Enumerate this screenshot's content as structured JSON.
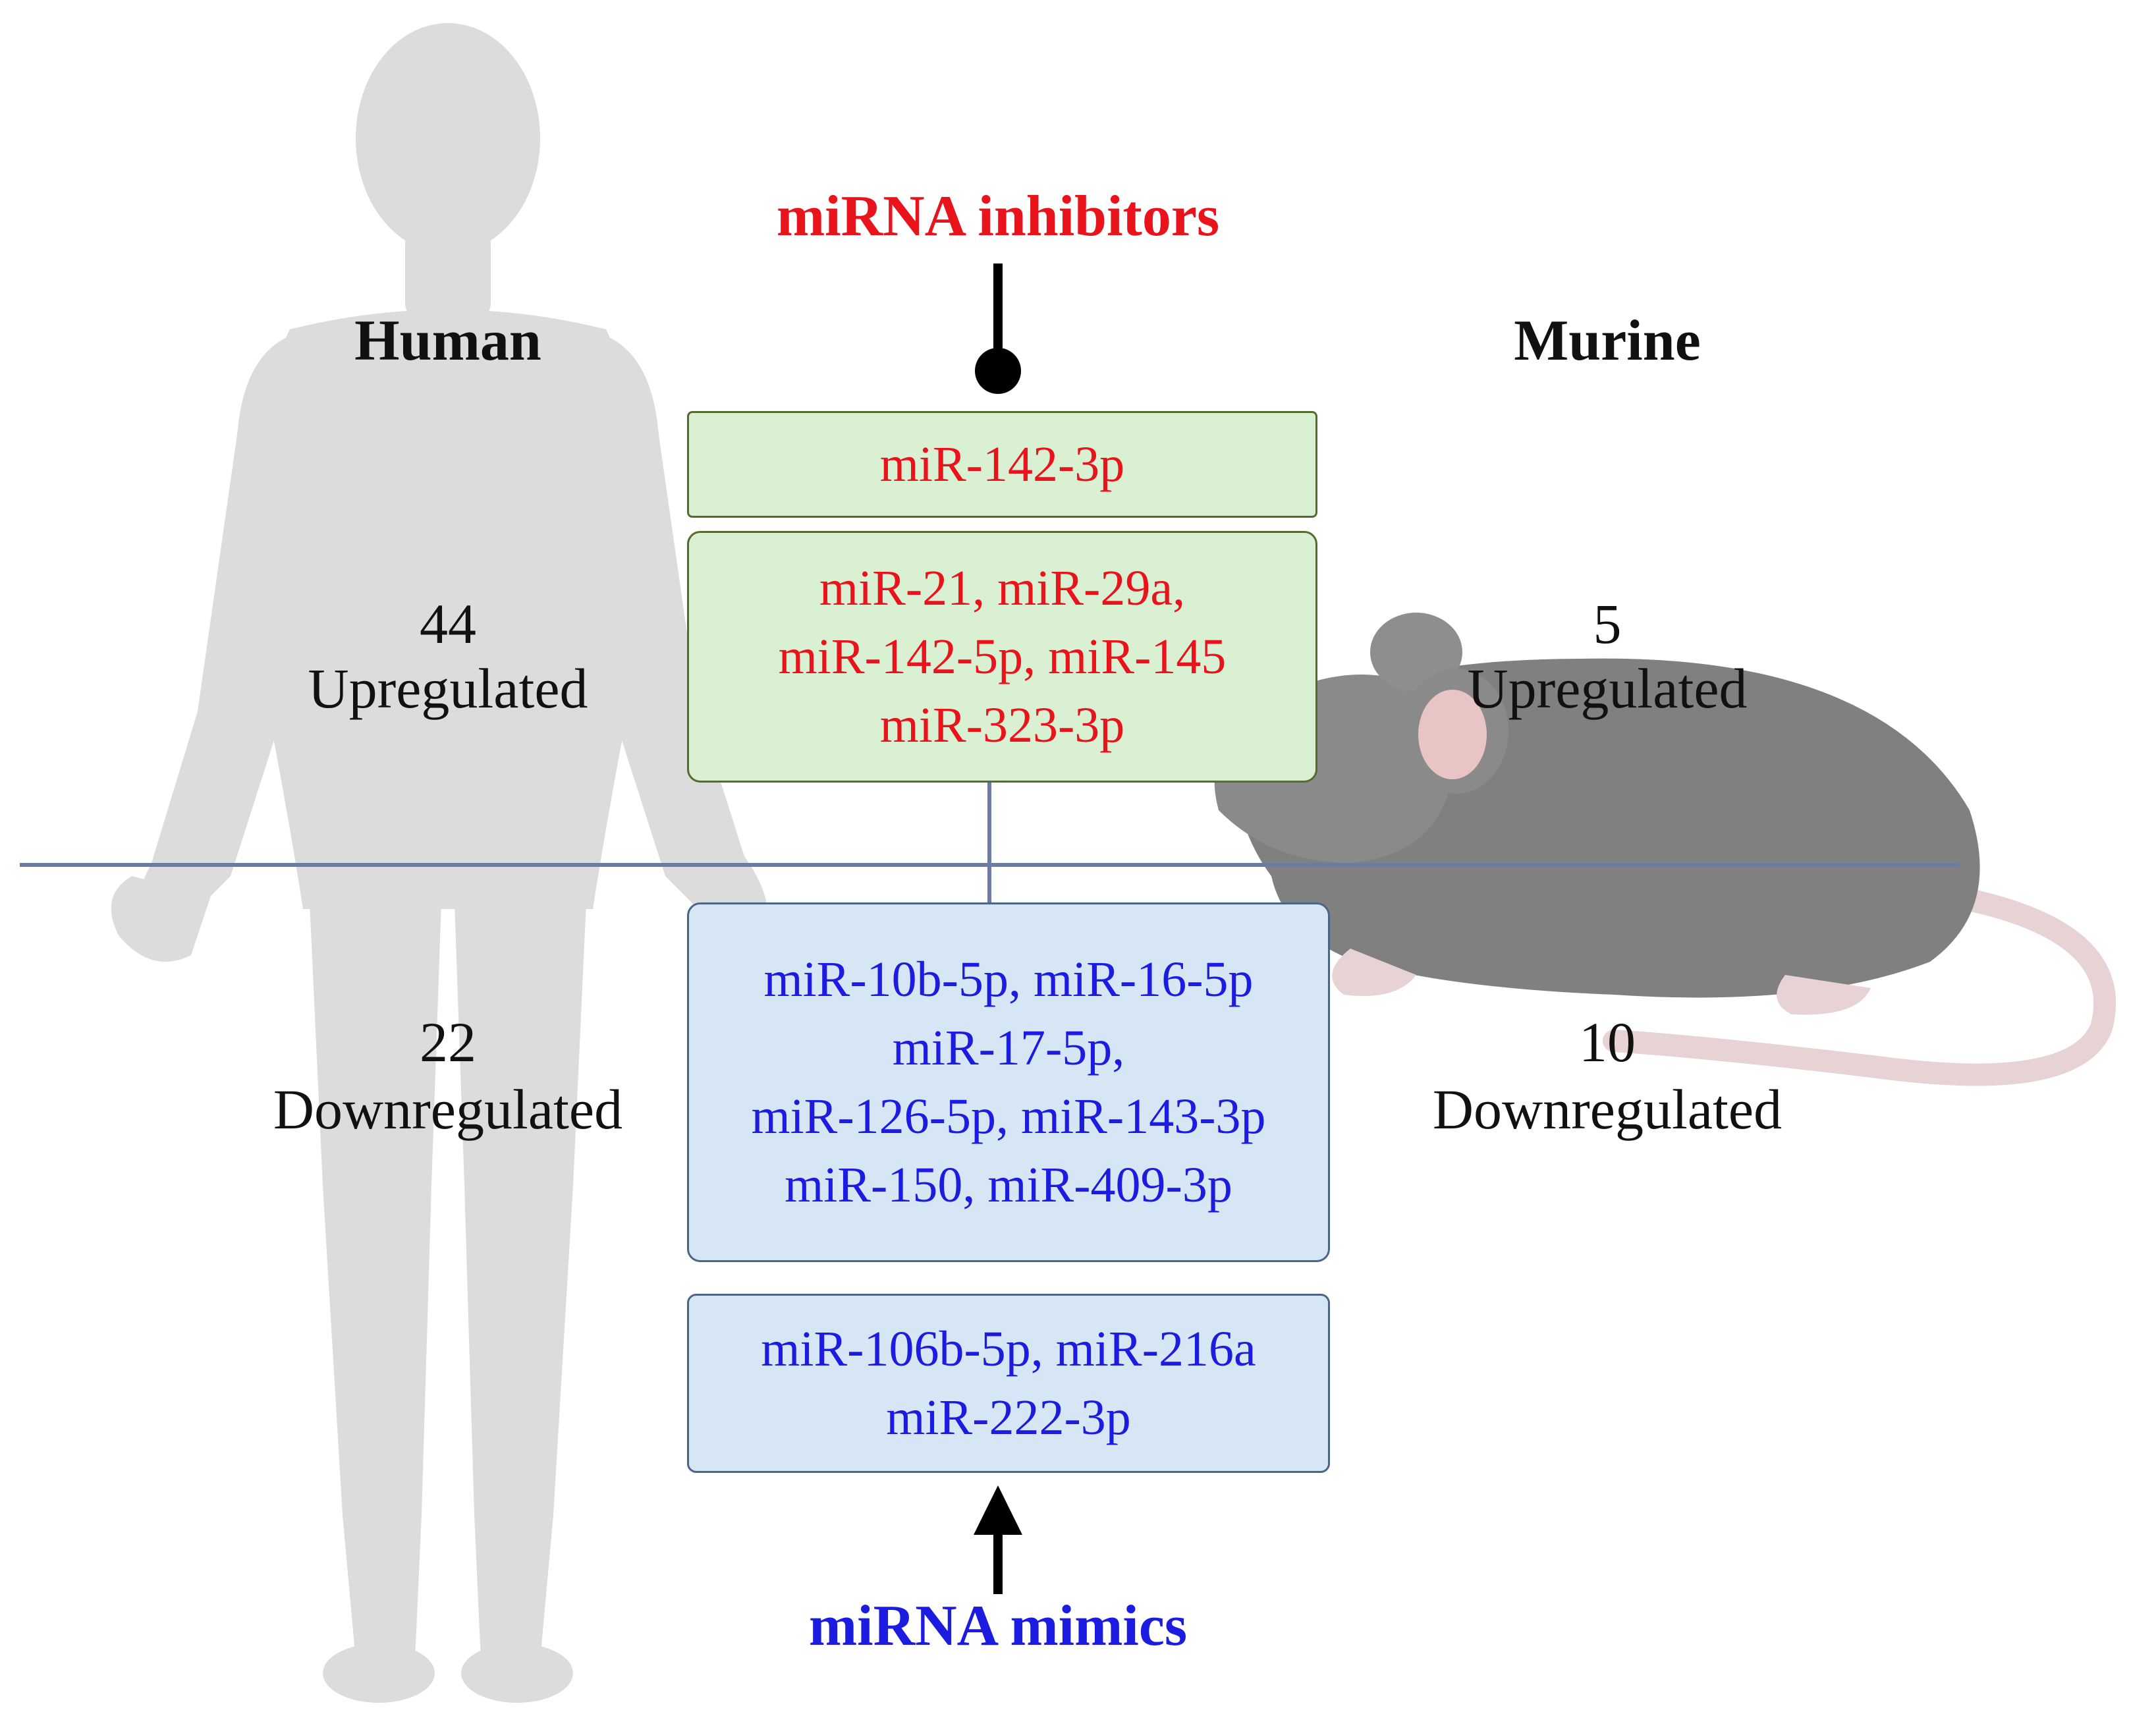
{
  "colors": {
    "inhibitor_text": "#e8131b",
    "mimic_text": "#1c1ce0",
    "green_box": "#d9f0d2",
    "blue_box": "#d6e6f5",
    "divider": "#6b7ba3",
    "silhouette": "#dcdcdc",
    "mouse_body": "#808080"
  },
  "icons": {
    "human": "human-silhouette-icon",
    "mouse": "mouse-illustration-icon"
  },
  "diagram": {
    "inhibitors_label": "miRNA inhibitors",
    "mimics_label": "miRNA mimics",
    "human": {
      "title": "Human",
      "up_count": "44",
      "up_label": "Upregulated",
      "down_count": "22",
      "down_label": "Downregulated"
    },
    "murine": {
      "title": "Murine",
      "up_count": "5",
      "up_label": "Upregulated",
      "down_count": "10",
      "down_label": "Downregulated"
    },
    "boxes": {
      "green_top": "miR-142-3p",
      "green_main": "miR-21, miR-29a,\nmiR-142-5p, miR-145\nmiR-323-3p",
      "blue_main": "miR-10b-5p, miR-16-5p\nmiR-17-5p,\nmiR-126-5p, miR-143-3p\nmiR-150, miR-409-3p",
      "blue_bottom": "miR-106b-5p, miR-216a\nmiR-222-3p"
    }
  }
}
